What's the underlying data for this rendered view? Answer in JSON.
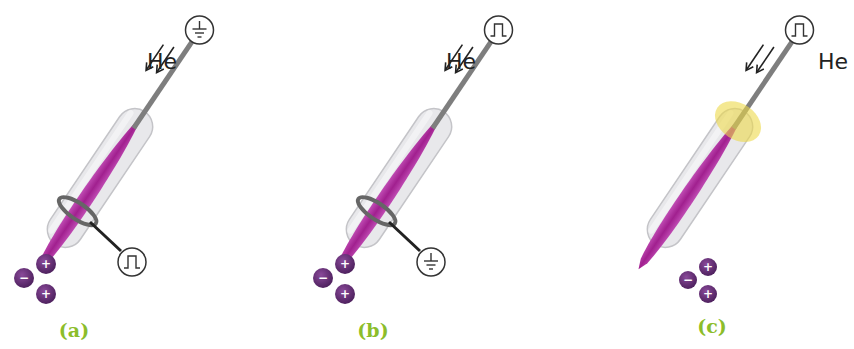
{
  "diagram": {
    "labels": [
      "He",
      "(a)",
      "−",
      "+",
      "+",
      "He",
      "(b)",
      "−",
      "+",
      "+",
      "He",
      "(c)",
      "−",
      "+",
      "+"
    ]
  }
}
